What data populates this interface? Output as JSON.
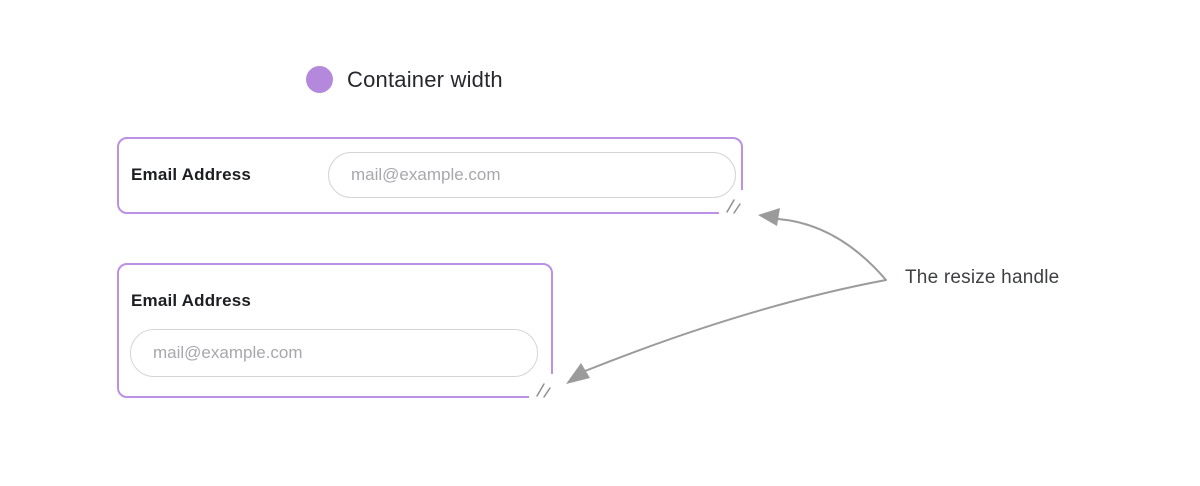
{
  "legend": {
    "label": "Container width",
    "dot_color": "#b489dd"
  },
  "containers": [
    {
      "id": "wide",
      "label": "Email Address",
      "input_placeholder": "mail@example.com"
    },
    {
      "id": "narrow",
      "label": "Email Address",
      "input_placeholder": "mail@example.com"
    }
  ],
  "annotation": {
    "label": "The resize handle"
  },
  "colors": {
    "container_border": "#bd90e4",
    "input_border": "#d5d5d9",
    "placeholder_text": "#a7a7ad",
    "label_text": "#1d1e22",
    "annotation_text": "#3d3f43",
    "arrow": "#9b9b9b",
    "handle": "#8f8f8f"
  }
}
